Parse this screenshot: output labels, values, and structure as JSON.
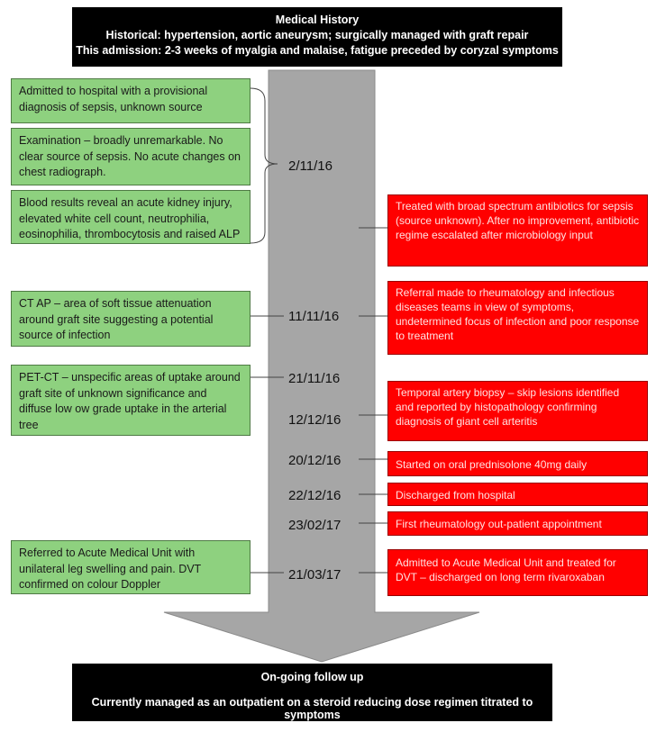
{
  "header": {
    "title": "Medical History",
    "line1": "Historical: hypertension, aortic aneurysm; surgically managed with graft repair",
    "line2": "This admission: 2-3 weeks of myalgia and malaise, fatigue preceded by coryzal symptoms"
  },
  "dates": [
    "2/11/16",
    "11/11/16",
    "21/11/16",
    "12/12/16",
    "20/12/16",
    "22/12/16",
    "23/02/17",
    "21/03/17"
  ],
  "left_boxes": [
    "Admitted to hospital with a provisional diagnosis of sepsis, unknown source",
    "Examination – broadly unremarkable. No clear source of sepsis. No acute changes on chest radiograph.",
    "Blood results reveal an acute kidney injury, elevated white cell count, neutrophilia, eosinophilia, thrombocytosis and raised ALP",
    "CT AP – area of soft tissue attenuation around graft site suggesting a potential source of infection",
    "PET-CT – unspecific areas of uptake around graft site of unknown significance and diffuse low ow grade uptake in the arterial tree",
    "Referred to Acute Medical Unit with unilateral leg swelling and pain. DVT confirmed on colour Doppler"
  ],
  "right_boxes": [
    "Treated with broad spectrum antibiotics for sepsis (source unknown). After no improvement, antibiotic regime escalated after microbiology input",
    "Referral made to rheumatology and infectious diseases teams in view of symptoms, undetermined focus of infection and poor response to treatment",
    "Temporal artery biopsy – skip lesions identified and reported by histopathology confirming diagnosis of giant cell arteritis",
    "Started on oral prednisolone 40mg daily",
    "Discharged from hospital",
    "First rheumatology out-patient appointment",
    "Admitted to Acute Medical Unit and treated for DVT – discharged on long term rivaroxaban"
  ],
  "footer": {
    "title": "On-going follow up",
    "text": "Currently managed as an outpatient on a steroid reducing dose regimen titrated to symptoms"
  },
  "colors": {
    "left_box": "#8ed17f",
    "right_box": "#ff0000",
    "arrow": "#a6a6a6",
    "header_footer": "#000000"
  }
}
